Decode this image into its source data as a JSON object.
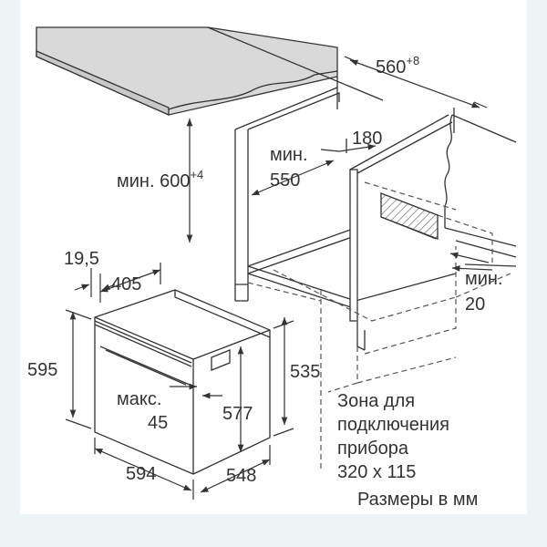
{
  "dimensions": {
    "cabinet_width": "560",
    "cabinet_width_tol": "+8",
    "cabinet_height": "мин. 600",
    "cabinet_height_tol": "+4",
    "cabinet_depth_label": "мин.",
    "cabinet_depth_value": "550",
    "opening_180": "180",
    "side_min_label": "мин.",
    "side_min_value": "20",
    "oven_panel_thickness": "19,5",
    "oven_front_offset": "405",
    "oven_height": "595",
    "oven_body_height": "535",
    "oven_inner_height": "577",
    "handle_label": "макс.",
    "handle_value": "45",
    "oven_width": "594",
    "oven_depth": "548"
  },
  "notes": {
    "zone_line1": "Зона для",
    "zone_line2": "подключения",
    "zone_line3": "прибора",
    "zone_line4": "320 x 115",
    "units": "Размеры в мм"
  }
}
